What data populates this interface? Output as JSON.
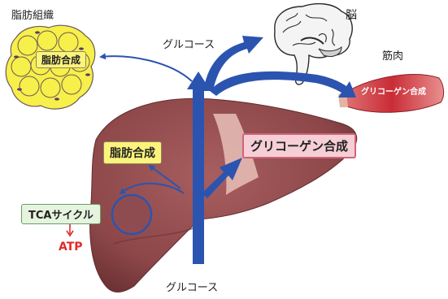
{
  "labels": {
    "adipose_tissue": "脂肪組織",
    "adipose_fat_synthesis": "脂肪合成",
    "glucose_top": "グルコース",
    "brain": "脳",
    "muscle": "筋肉",
    "muscle_glycogen_synthesis": "グリコーゲン合成",
    "liver_fat_synthesis": "脂肪合成",
    "liver_glycogen_synthesis": "グリコーゲン合成",
    "tca_cycle": "TCAサイクル",
    "atp": "ATP",
    "glucose_bottom": "グルコース"
  },
  "icons": {
    "adipose": "adipose-cells-icon",
    "brain": "brain-icon",
    "muscle": "muscle-icon",
    "liver": "liver-icon",
    "mitochondria": "mitochondria-icon"
  },
  "colors": {
    "arrow_blue": "#2b54b0",
    "liver": "#8f4a4c",
    "adipose_yellow": "#f7ef4a",
    "muscle_red": "#c9323a",
    "atp_red": "#e12a2a",
    "glycogen_box": "#f6cfd6",
    "fat_box": "#fbf37c",
    "tca_box": "#e6f3df"
  }
}
